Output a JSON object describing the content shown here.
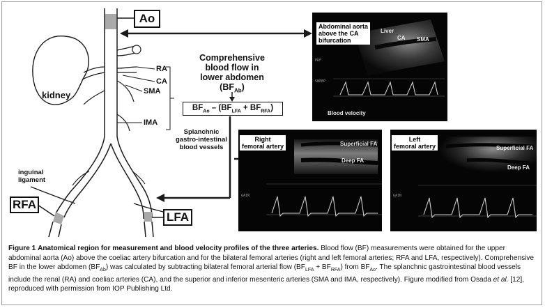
{
  "labels": {
    "ao": "Ao",
    "ra": "RA",
    "ca": "CA",
    "sma": "SMA",
    "ima": "IMA",
    "kidney": "kidney",
    "splanchnic": "Splanchnic\ngastro-intestinal\nblood vessels",
    "inguinal": "inguinal\nligament",
    "rfa": "RFA",
    "lfa": "LFA"
  },
  "comprehensive": {
    "title": "Comprehensive\nblood flow in\nlower abdomen",
    "abbr": "(BF",
    "abbr_sub": "Ab",
    "abbr_close": ")",
    "formula": {
      "a": "BF",
      "a_sub": "Ao",
      "minus": " – (BF",
      "b_sub": "LFA",
      "plus": " + BF",
      "c_sub": "RFA",
      "close": ")"
    }
  },
  "ultrasound": {
    "aorta": {
      "tag": "Abdominal aorta\nabove the CA\nbifurcation",
      "liver": "Liver",
      "ca": "CA",
      "sma": "SMA",
      "velocity": "Blood velocity"
    },
    "right": {
      "tag": "Right\nfemoral artery",
      "superficial": "Superficial FA",
      "deep": "Deep FA"
    },
    "left": {
      "tag": "Left\nfemoral artery",
      "superficial": "Superficial FA",
      "deep": "Deep FA"
    }
  },
  "caption": {
    "figure_label": "Figure 1",
    "title": "Anatomical region for measurement and blood velocity profiles of the three arteries",
    "text": [
      "Blood flow (BF) measurements were obtained for the upper abdominal aorta (Ao) above the coeliac artery bifurcation and for the bilateral femoral arteries (right and left femoral arteries; RFA and LFA, respectively). Comprehensive BF in the lower abdomen (BF",
      "Ab",
      ") was calculated by subtracting bilateral femoral arterial flow (BF",
      "LFA",
      " + BF",
      "RFA",
      ") from BF",
      "Ao",
      ". The splanchnic gastrointestinal blood vessels include the renal (RA) and coeliac arteries (CA), and the superior and inferior mesenteric arteries (SMA and IMA, respectively). Figure modified from Osada ",
      "et al.",
      " [12], reproduced with permission from IOP Publishing Ltd."
    ]
  },
  "colors": {
    "vessel_stroke": "#1a1a1a",
    "highlight": "#a9a9a9",
    "panel_bg": "#050505",
    "frame": "#9a9a9a"
  }
}
